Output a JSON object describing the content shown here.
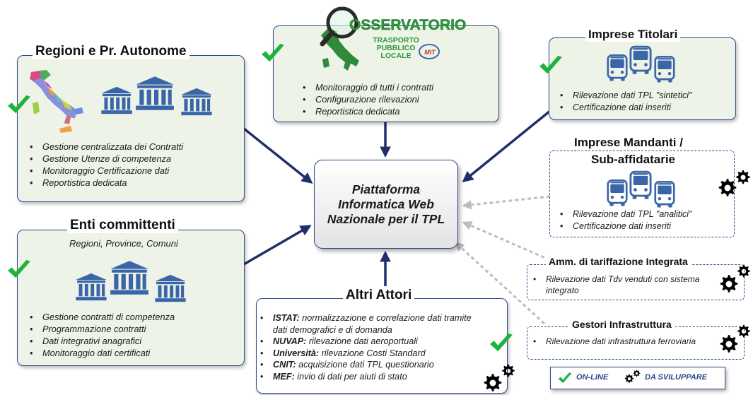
{
  "center": {
    "label": "Piattaforma Informatica Web Nazionale per il TPL"
  },
  "osservatorio": {
    "logo_title": "OSSERVATORIO",
    "logo_subtitle": [
      "TRASPORTO",
      "PUBBLICO",
      "LOCALE"
    ],
    "logo_badge": "MIT",
    "items": [
      "Monitoraggio di tutti i contratti",
      "Configurazione rilevazioni",
      "Reportistica dedicata"
    ]
  },
  "regioni": {
    "title": "Regioni e Pr. Autonome",
    "items": [
      "Gestione centralizzata dei Contratti",
      "Gestione Utenze di competenza",
      "Monitoraggio Certificazione dati",
      "Reportistica dedicata"
    ]
  },
  "enti": {
    "title": "Enti committenti",
    "subtitle": "Regioni, Province, Comuni",
    "items": [
      "Gestione contratti di competenza",
      "Programmazione contratti",
      "Dati integrativi anagrafici",
      "Monitoraggio dati certificati"
    ]
  },
  "imprese_titolari": {
    "title": "Imprese Titolari",
    "items": [
      "Rilevazione dati TPL \"sintetici\"",
      "Certificazione dati inseriti"
    ]
  },
  "imprese_mandanti": {
    "title_line1": "Imprese Mandanti /",
    "title_line2": "Sub-affidatarie",
    "items": [
      "Rilevazione dati TPL \"analitici\"",
      "Certificazione dati inseriti"
    ]
  },
  "amm_tariffazione": {
    "title": "Amm. di tariffazione Integrata",
    "items": [
      "Rilevazione dati Tdv venduti con sistema integrato"
    ]
  },
  "gestori": {
    "title": "Gestori Infrastruttura",
    "items": [
      "Rilevazione dati infrastruttura ferroviaria"
    ]
  },
  "altri": {
    "title": "Altri Attori",
    "items": [
      {
        "label": "ISTAT:",
        "text": "normalizzazione e correlazione dati tramite dati demografici e di domanda"
      },
      {
        "label": "NUVAP:",
        "text": "rilevazione dati aeroportuali"
      },
      {
        "label": "Università:",
        "text": "rilevazione Costi Standard"
      },
      {
        "label": "CNIT:",
        "text": "acquisizione dati TPL questionario"
      },
      {
        "label": "MEF:",
        "text": "invio di dati per aiuti di stato"
      }
    ]
  },
  "legend": {
    "online": "ON-LINE",
    "da_sviluppare": "DA SVILUPPARE"
  },
  "colors": {
    "check": "#1eb33c",
    "border": "#2b4a8b",
    "box_fill": "#eef3e8",
    "arrow": "#1f2f6a",
    "arrow_dashed": "#bdbdbd",
    "institution": "#3a66a8",
    "bus": "#3a66a8"
  }
}
